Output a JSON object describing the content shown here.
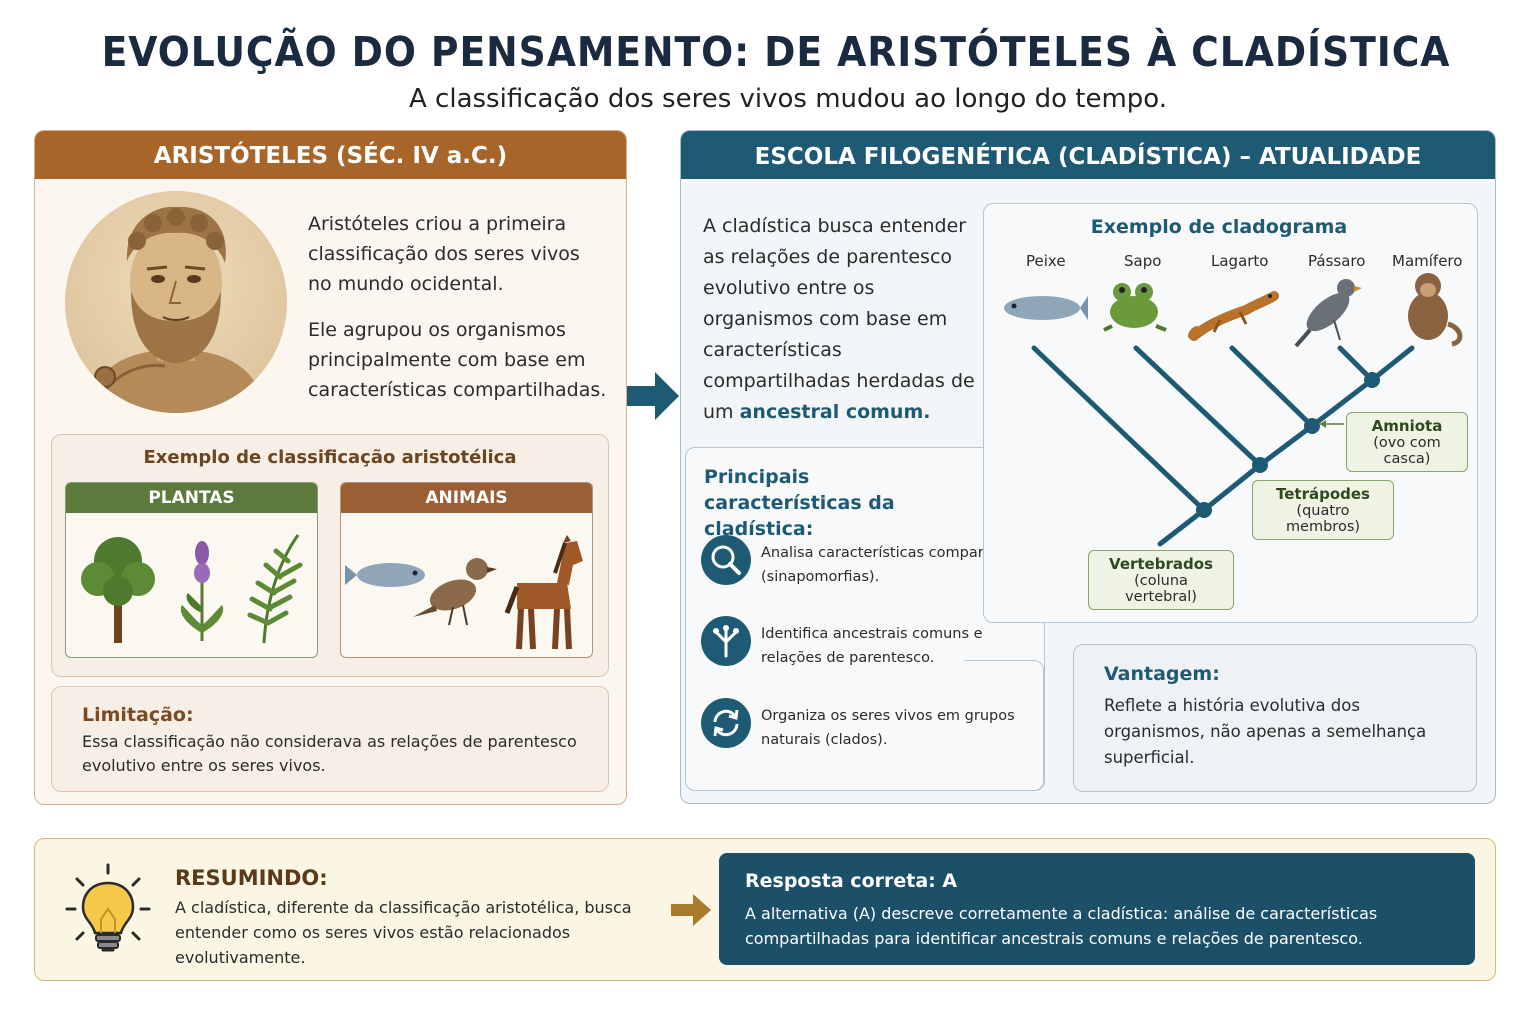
{
  "header": {
    "title": "EVOLUÇÃO DO PENSAMENTO: DE ARISTÓTELES À CLADÍSTICA",
    "subtitle": "A classificação dos seres vivos mudou ao longo do tempo."
  },
  "aristotle": {
    "heading": "ARISTÓTELES (SÉC. IV a.C.)",
    "text1": "Aristóteles criou a primeira classificação dos seres vivos no mundo ocidental.",
    "text2": "Ele agrupou os organismos principalmente com base em características compartilhadas.",
    "example_title": "Exemplo de classificação aristotélica",
    "plants_label": "PLANTAS",
    "animals_label": "ANIMAIS",
    "limitation_title": "Limitação:",
    "limitation_text": "Essa classificação não considerava as relações de parentesco evolutivo entre os seres vivos."
  },
  "cladistics": {
    "heading": "ESCOLA FILOGENÉTICA (CLADÍSTICA) – ATUALIDADE",
    "intro_text": "A cladística busca entender as relações de parentesco evolutivo entre os organismos com base em características compartilhadas herdadas de um",
    "intro_accent": "ancestral comum.",
    "features_title": "Principais características da cladística:",
    "features": [
      {
        "icon": "magnifier-icon",
        "text": "Analisa características compartilhadas (sinapomorfias)."
      },
      {
        "icon": "branch-tree-icon",
        "text": "Identifica ancestrais comuns e relações de parentesco."
      },
      {
        "icon": "cycle-arrows-icon",
        "text": "Organiza os seres vivos em grupos naturais (clados)."
      }
    ],
    "cladogram_title": "Exemplo de cladograma",
    "taxa": [
      "Peixe",
      "Sapo",
      "Lagarto",
      "Pássaro",
      "Mamífero"
    ],
    "clades": [
      {
        "name": "Amniota",
        "desc": "(ovo com casca)"
      },
      {
        "name": "Tetrápodes",
        "desc": "(quatro membros)"
      },
      {
        "name": "Vertebrados",
        "desc": "(coluna vertebral)"
      }
    ],
    "advantage_title": "Vantagem:",
    "advantage_text": "Reflete a história evolutiva dos organismos, não apenas a semelhança superficial."
  },
  "summary": {
    "title": "RESUMINDO:",
    "text": "A cladística, diferente da classificação aristotélica, busca entender como os seres vivos estão relacionados evolutivamente.",
    "answer_title": "Resposta correta:  A",
    "answer_text": "A alternativa (A) descreve corretamente a cladística: análise de características compartilhadas para identificar ancestrais comuns e relações de parentesco."
  },
  "colors": {
    "aristotle_brown": "#a8652a",
    "cladistics_blue": "#1f5a74",
    "plants_green": "#5b7a3b"
  }
}
